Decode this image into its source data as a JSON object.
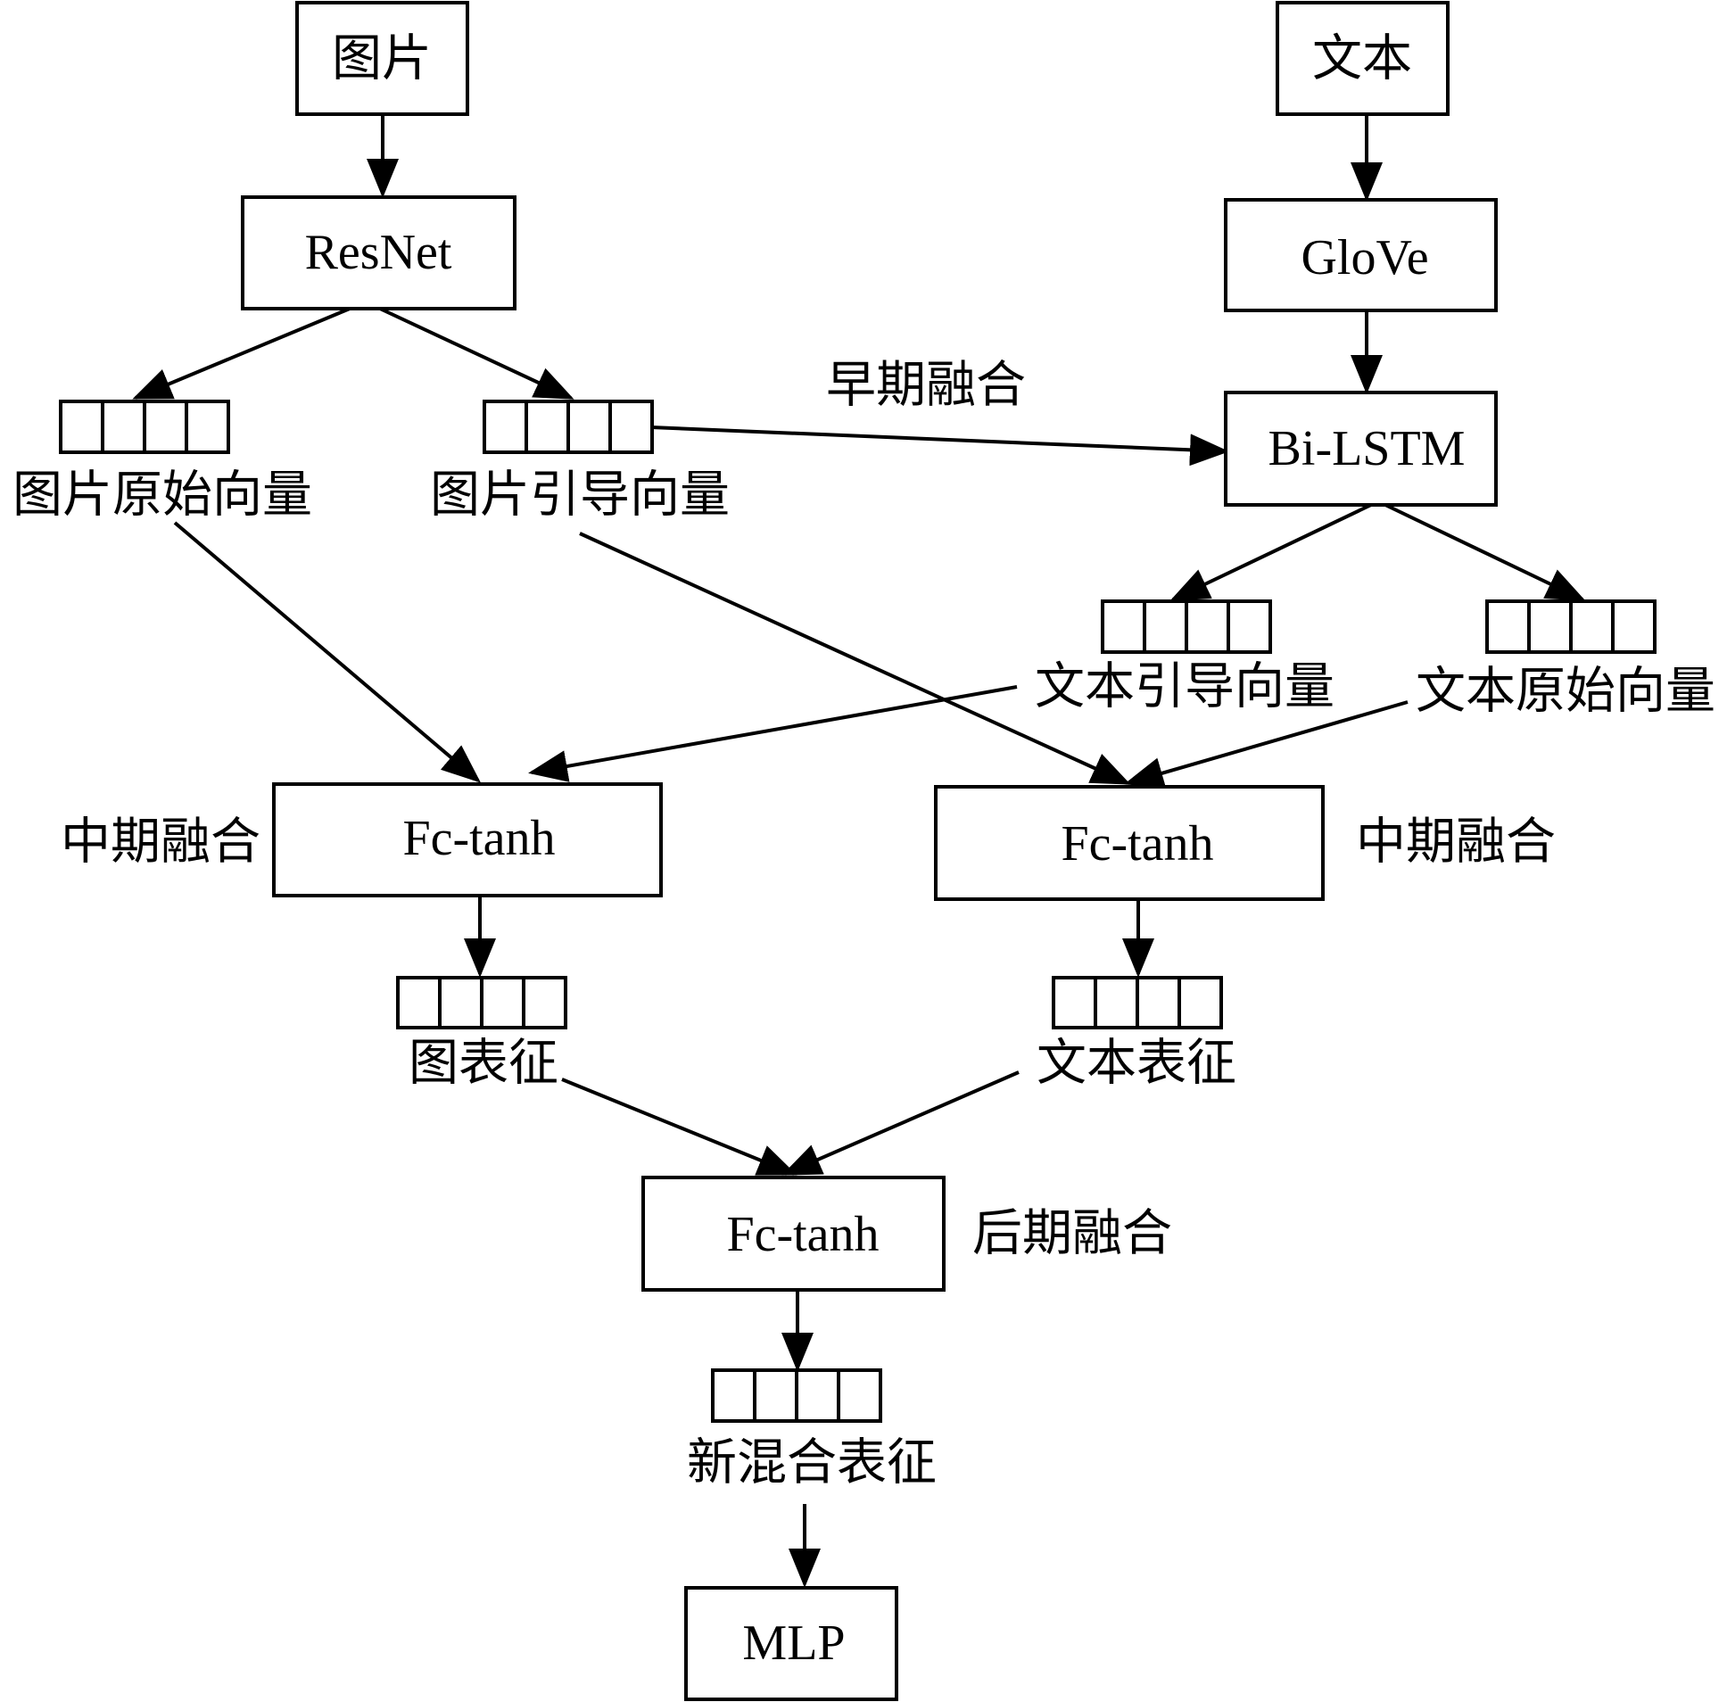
{
  "nodes": {
    "image_input": "图片",
    "text_input": "文本",
    "resnet": "ResNet",
    "glove": "GloVe",
    "bilstm": "Bi-LSTM",
    "fc_image": "Fc-tanh",
    "fc_text": "Fc-tanh",
    "fc_late": "Fc-tanh",
    "mlp": "MLP"
  },
  "vectors": {
    "img_raw": "图片原始向量",
    "img_guide": "图片引导向量",
    "txt_guide": "文本引导向量",
    "txt_raw": "文本原始向量",
    "img_repr": "图表征",
    "txt_repr": "文本表征",
    "new_mix": "新混合表征"
  },
  "stages": {
    "early": "早期融合",
    "mid_left": "中期融合",
    "mid_right": "中期融合",
    "late": "后期融合"
  },
  "colors": {
    "stroke": "#000000",
    "background": "#ffffff"
  }
}
